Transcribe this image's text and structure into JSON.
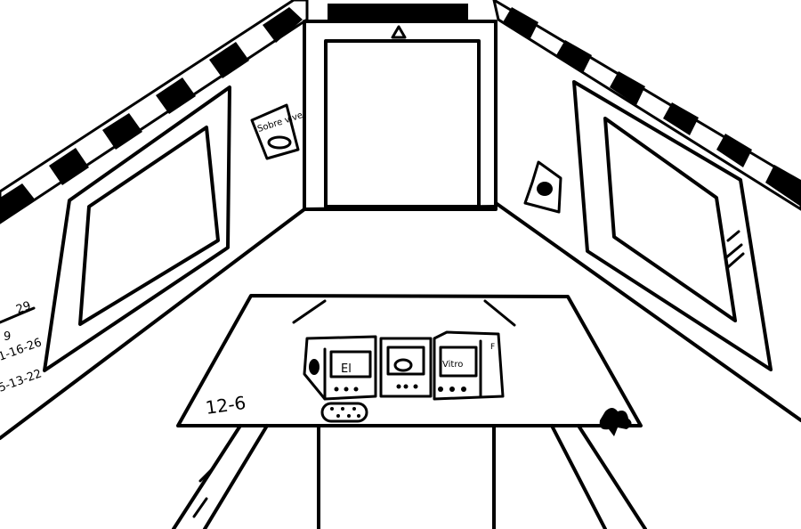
{
  "scene": {
    "poster_text": "Sobre vive",
    "table_label": "12-6",
    "monitor_left_text": "El",
    "monitor_right_text": "Vitro",
    "monitor_right_tag": "F",
    "wall_writing": [
      "29",
      "9",
      "1-16-26",
      "5-13-22"
    ]
  },
  "colors": {
    "ink": "#000000",
    "paper": "#ffffff"
  }
}
